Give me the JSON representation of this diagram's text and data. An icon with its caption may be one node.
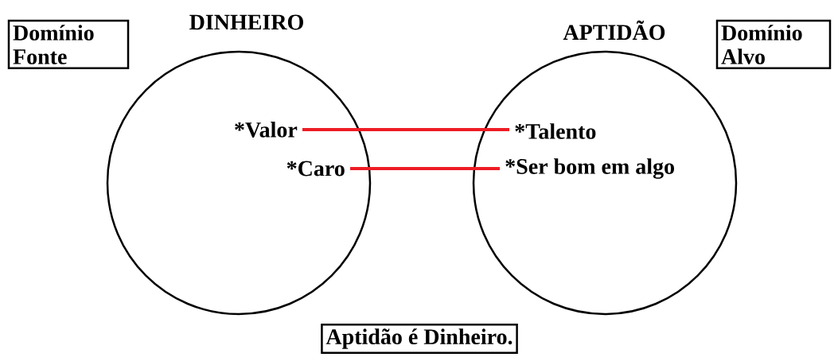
{
  "diagram": {
    "nodes": [
      {
        "text": [
          "Domínio Fonte"
        ]
      },
      {
        "text": [
          "DINHEIRO"
        ]
      },
      {
        "text": [
          "*Valor"
        ],
        "in": 1
      },
      {
        "text": [
          "*Caro"
        ],
        "in": 1
      },
      {
        "text": [
          "APTIDÃO"
        ]
      },
      {
        "text": [
          "*Talento"
        ],
        "in": 4
      },
      {
        "text": [
          "*Ser bom em algo"
        ],
        "in": 4
      },
      {
        "text": [
          "Domínio Alvo"
        ]
      },
      {
        "text": [
          "Aptidão é Dinheiro."
        ]
      }
    ],
    "edges": [
      {
        "from": 2,
        "to": 5,
        "arrow": "none",
        "color": "#ee1c24"
      },
      {
        "from": 3,
        "to": 6,
        "arrow": "none",
        "color": "#ee1c24"
      }
    ]
  }
}
